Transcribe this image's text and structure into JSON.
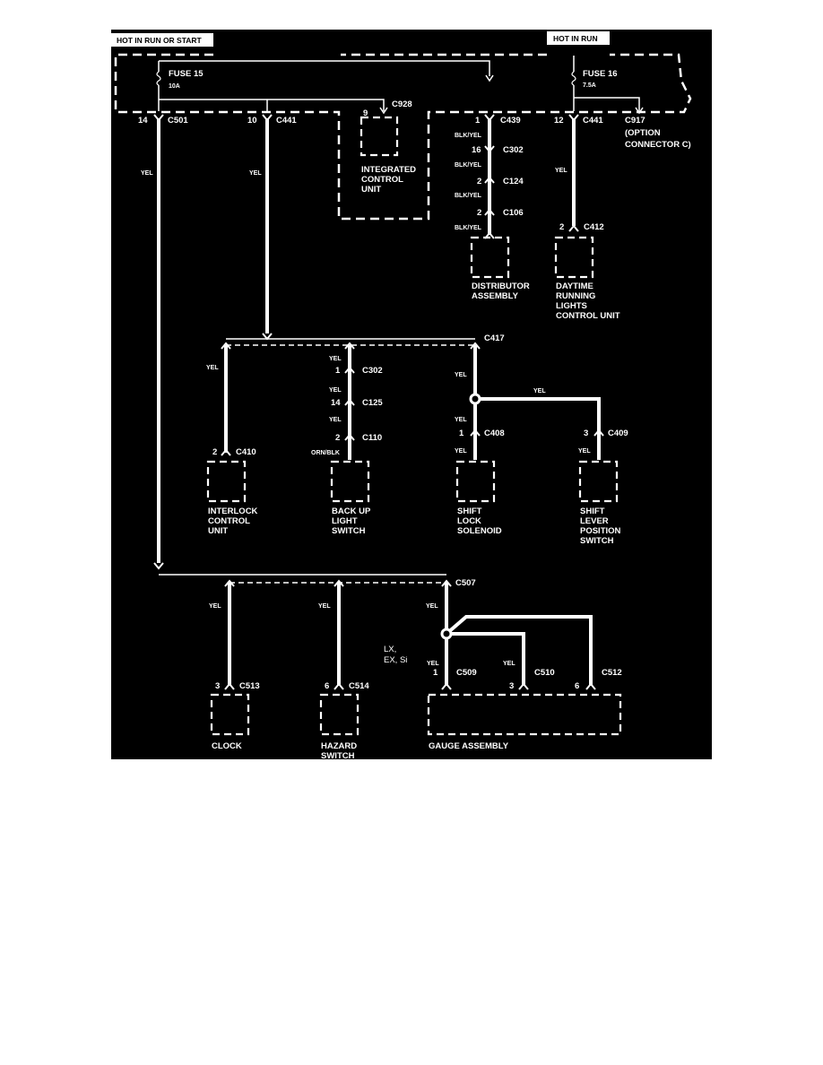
{
  "colors": {
    "background": "#000000",
    "wire": "#ffffff",
    "label_box": "#ffffff"
  },
  "header": {
    "left_label": "HOT IN RUN OR START",
    "right_label": "HOT IN RUN"
  },
  "fuses": [
    {
      "name": "FUSE 15",
      "rating": "10A"
    },
    {
      "name": "FUSE 16",
      "rating": "7.5A"
    }
  ],
  "connectors": {
    "c501": {
      "id": "C501",
      "pin": "14"
    },
    "c441a": {
      "id": "C441",
      "pin": "10"
    },
    "c928": {
      "id": "C928",
      "pin": "9"
    },
    "c439": {
      "id": "C439",
      "pin": "1"
    },
    "c441b": {
      "id": "C441",
      "pin": "12"
    },
    "c917": {
      "id": "C917",
      "note": "(OPTION",
      "note2": "CONNECTOR C)"
    },
    "c302a": {
      "id": "C302",
      "pin": "16"
    },
    "c124": {
      "id": "C124",
      "pin": "2"
    },
    "c106": {
      "id": "C106",
      "pin": "2"
    },
    "c412": {
      "id": "C412",
      "pin": "2"
    },
    "c417": {
      "id": "C417"
    },
    "c302b": {
      "id": "C302",
      "pin": "1"
    },
    "c125": {
      "id": "C125",
      "pin": "14"
    },
    "c110": {
      "id": "C110",
      "pin": "2"
    },
    "c410": {
      "id": "C410",
      "pin": "2"
    },
    "c408": {
      "id": "C408",
      "pin": "1"
    },
    "c409": {
      "id": "C409",
      "pin": "3"
    },
    "c507": {
      "id": "C507"
    },
    "c509": {
      "id": "C509",
      "pin": "1"
    },
    "c510": {
      "id": "C510",
      "pin": "3"
    },
    "c512": {
      "id": "C512",
      "pin": "6"
    },
    "c513": {
      "id": "C513",
      "pin": "3"
    },
    "c514": {
      "id": "C514",
      "pin": "6"
    }
  },
  "wires": {
    "yel": "YEL",
    "blk_yel": "BLK/YEL",
    "orn_blk": "ORN/BLK"
  },
  "components": {
    "integrated": [
      "INTEGRATED",
      "CONTROL",
      "UNIT"
    ],
    "distributor": [
      "DISTRIBUTOR",
      "ASSEMBLY"
    ],
    "drl": [
      "DAYTIME",
      "RUNNING",
      "LIGHTS",
      "CONTROL UNIT"
    ],
    "interlock": [
      "INTERLOCK",
      "CONTROL",
      "UNIT"
    ],
    "backup": [
      "BACK UP",
      "LIGHT",
      "SWITCH"
    ],
    "shiftlock": [
      "SHIFT",
      "LOCK",
      "SOLENOID"
    ],
    "shiftlever": [
      "SHIFT",
      "LEVER",
      "POSITION",
      "SWITCH"
    ],
    "clock": [
      "CLOCK"
    ],
    "hazard": [
      "HAZARD",
      "SWITCH"
    ],
    "gauge": [
      "GAUGE ASSEMBLY"
    ]
  },
  "variant_note": [
    "LX,",
    "EX, Si"
  ]
}
